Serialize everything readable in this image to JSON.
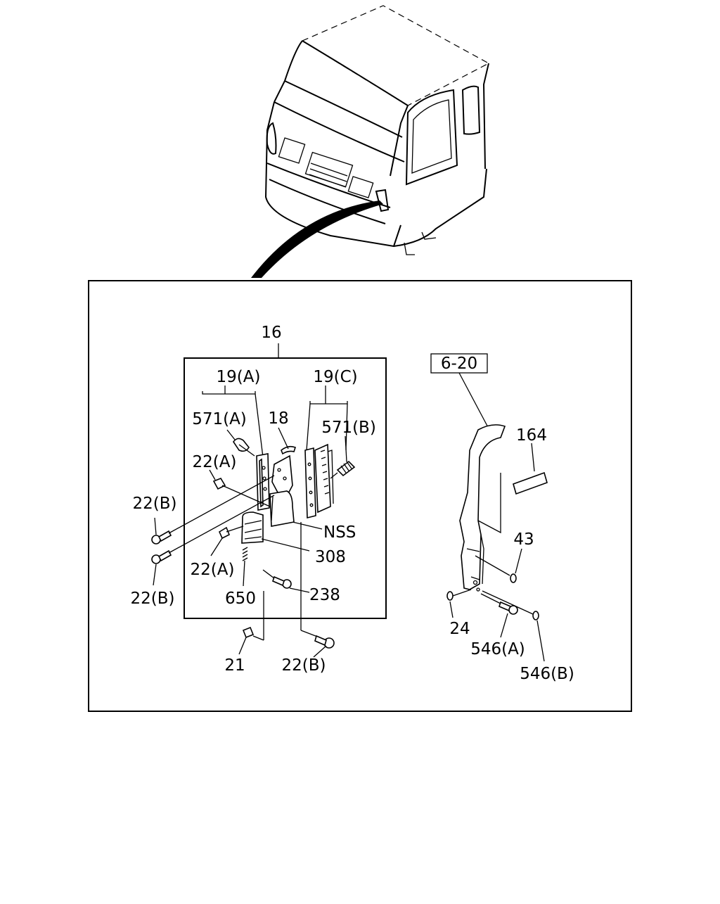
{
  "diagram": {
    "callouts": {
      "c16": "16",
      "c19a": "19(A)",
      "c19c": "19(C)",
      "c18": "18",
      "c571a": "571(A)",
      "c571b": "571(B)",
      "c22a_top": "22(A)",
      "c22b_top": "22(B)",
      "c22b_mid": "22(B)",
      "c22a_low": "22(A)",
      "c22b_bottom": "22(B)",
      "nss": "NSS",
      "c308": "308",
      "c238": "238",
      "c650": "650",
      "c21": "21",
      "ref620": "6-20",
      "c164": "164",
      "c43": "43",
      "c24": "24",
      "c546a": "546(A)",
      "c546b": "546(B)"
    }
  }
}
